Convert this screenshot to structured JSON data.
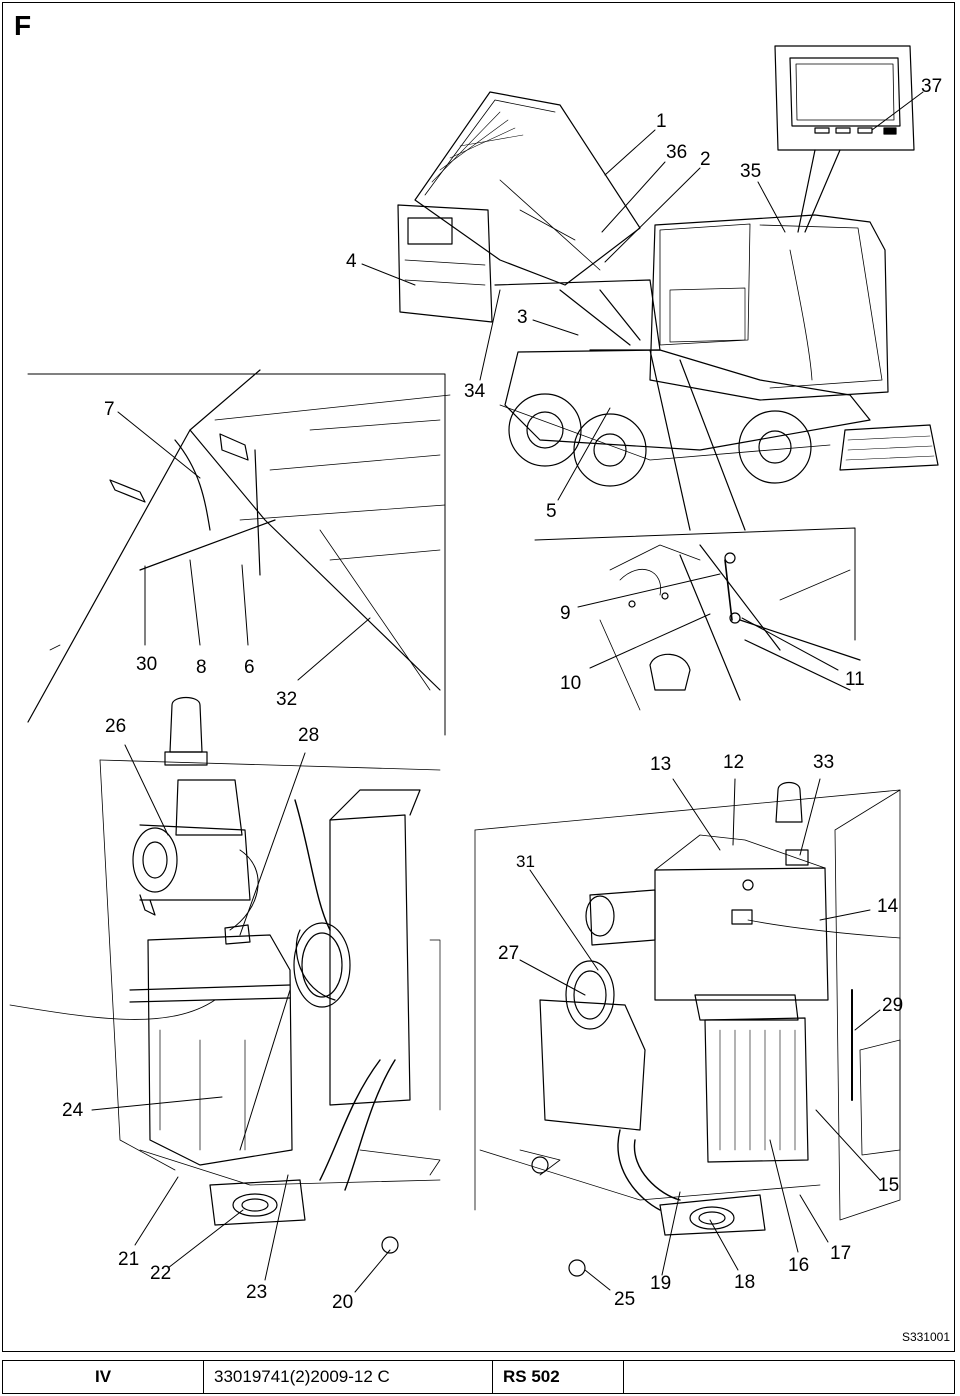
{
  "section_letter": "F",
  "callouts": [
    "1",
    "36",
    "2",
    "35",
    "37",
    "4",
    "3",
    "34",
    "7",
    "5",
    "9",
    "30",
    "8",
    "6",
    "10",
    "11",
    "32",
    "26",
    "28",
    "13",
    "12",
    "33",
    "31",
    "14",
    "27",
    "29",
    "24",
    "15",
    "21",
    "22",
    "23",
    "20",
    "25",
    "19",
    "18",
    "16",
    "17"
  ],
  "drawing_ref": "S331001",
  "footer": {
    "page": "IV",
    "doc_number": "33019741(2)2009-12 C",
    "model": "RS 502"
  }
}
